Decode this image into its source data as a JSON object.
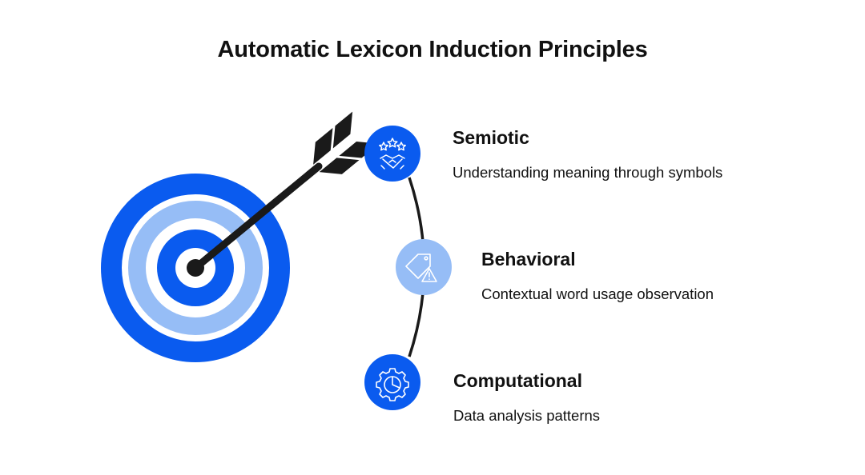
{
  "title": "Automatic Lexicon Induction Principles",
  "colors": {
    "primary_blue": "#0A5BEF",
    "light_blue": "#96BDF6",
    "arrow": "#1A1A1A"
  },
  "items": [
    {
      "title": "Semiotic",
      "description": "Understanding meaning through symbols",
      "icon": "stars-handshake-icon"
    },
    {
      "title": "Behavioral",
      "description": "Contextual word usage observation",
      "icon": "tag-warning-icon"
    },
    {
      "title": "Computational",
      "description": "Data analysis patterns",
      "icon": "gear-chart-icon"
    }
  ]
}
